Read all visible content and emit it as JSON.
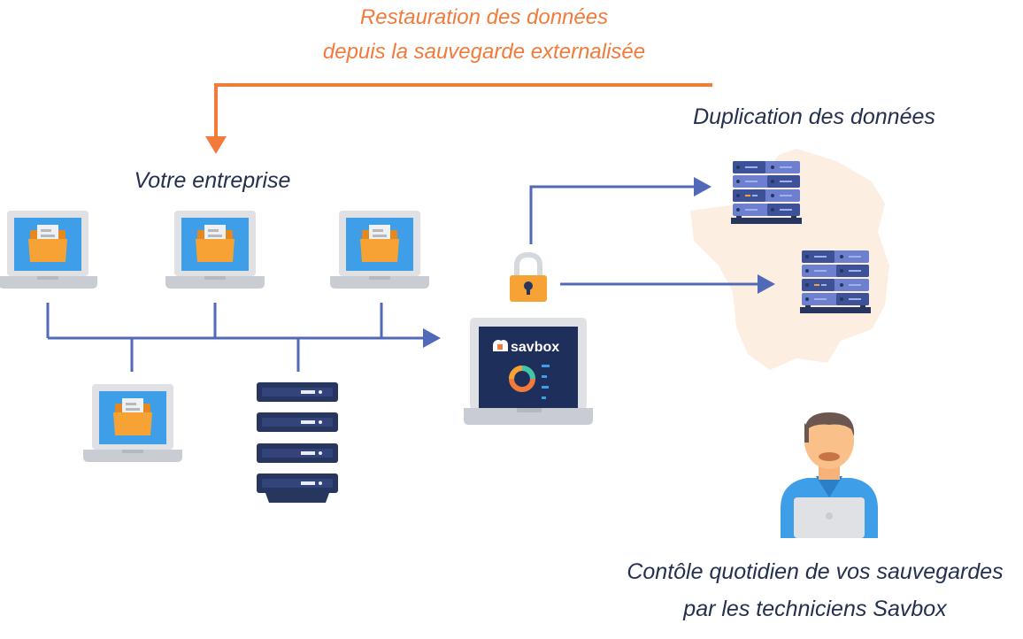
{
  "restore_label": {
    "line1": "Restauration des données",
    "line2": "depuis la sauvegarde externalisée"
  },
  "enterprise_label": "Votre entreprise",
  "duplication_label": "Duplication des données",
  "control_label": {
    "line1": "Contôle quotidien de vos sauvegardes",
    "line2": "par les techniciens Savbox"
  },
  "app_logo_text": "savbox",
  "colors": {
    "orange_accent": "#f37a3a",
    "blue_line": "#5069b8",
    "navy_text": "#24304f",
    "folder": "#f7a234",
    "screen_blue": "#3f9ee8",
    "server_dark": "#27365e",
    "server_light": "#6d80cf",
    "map_fill": "#fdeee2"
  },
  "icons": [
    "laptop-folder-icon",
    "server-rack-icon",
    "padlock-icon",
    "savbox-laptop-icon",
    "datacenter-server-icon",
    "technician-icon",
    "france-map-icon"
  ]
}
